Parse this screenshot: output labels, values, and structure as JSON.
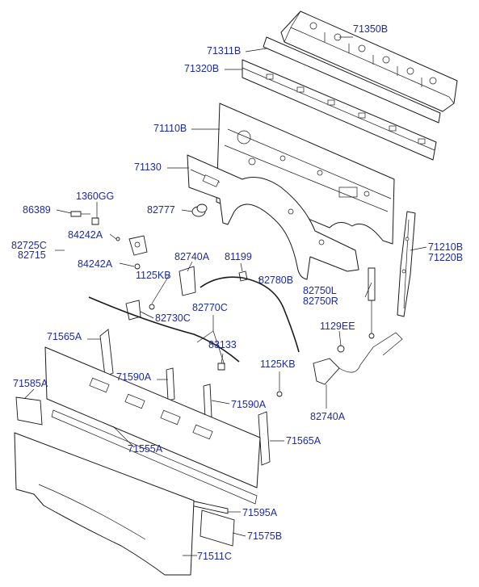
{
  "colors": {
    "label": "#1e2b9c",
    "line": "#1a1a1a",
    "background": "#ffffff"
  },
  "labels": {
    "p71350B": "71350B",
    "p71311B": "71311B",
    "p71320B": "71320B",
    "p71110B": "71110B",
    "p71130": "71130",
    "p1360GG": "1360GG",
    "p86389": "86389",
    "p82777": "82777",
    "p84242A_1": "84242A",
    "p82725C": "82725C",
    "p82715": "82715",
    "p84242A_2": "84242A",
    "p82740A_1": "82740A",
    "p81199": "81199",
    "p1125KB_1": "1125KB",
    "p82780B": "82780B",
    "p82750L": "82750L",
    "p82750R": "82750R",
    "p71210B": "71210B",
    "p71220B": "71220B",
    "p82770C": "82770C",
    "p82730C": "82730C",
    "p1129EE": "1129EE",
    "p71565A_1": "71565A",
    "p83133": "83133",
    "p1125KB_2": "1125KB",
    "p71590A_1": "71590A",
    "p71585A": "71585A",
    "p71590A_2": "71590A",
    "p82740A_2": "82740A",
    "p71555A": "71555A",
    "p71565A_2": "71565A",
    "p71595A": "71595A",
    "p71575B": "71575B",
    "p71511C": "71511C"
  }
}
